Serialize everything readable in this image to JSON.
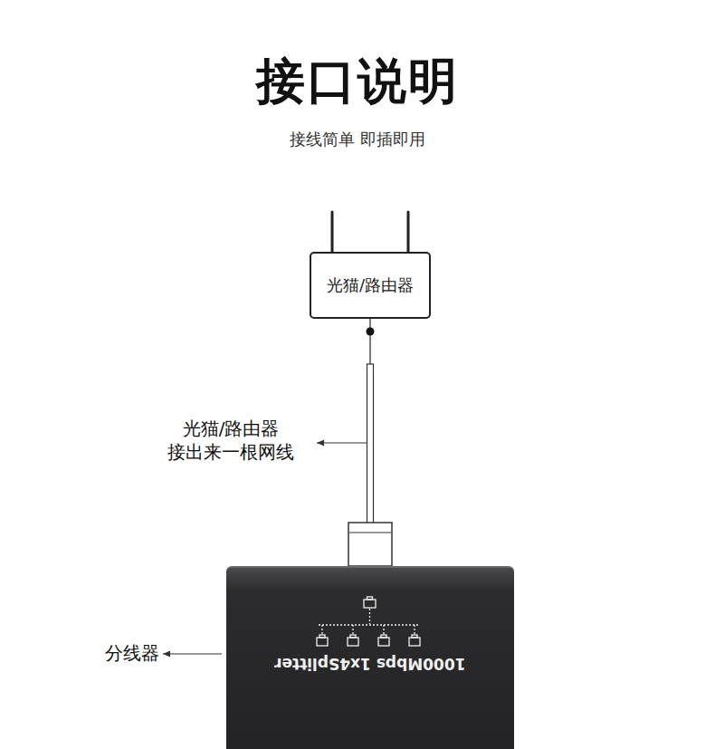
{
  "diagram": {
    "title": "接口说明",
    "nodes": [
      {
        "text": [
          "光猫/路由器"
        ]
      },
      {
        "text": [
          "1000Mbps 1x4Splitter"
        ]
      }
    ],
    "edges": [
      {
        "from": 0,
        "to": 1,
        "arrow": "none"
      }
    ],
    "labels": [
      "接线简单 即插即用",
      "光猫/路由器 接出来一根网线",
      "分线器"
    ]
  }
}
